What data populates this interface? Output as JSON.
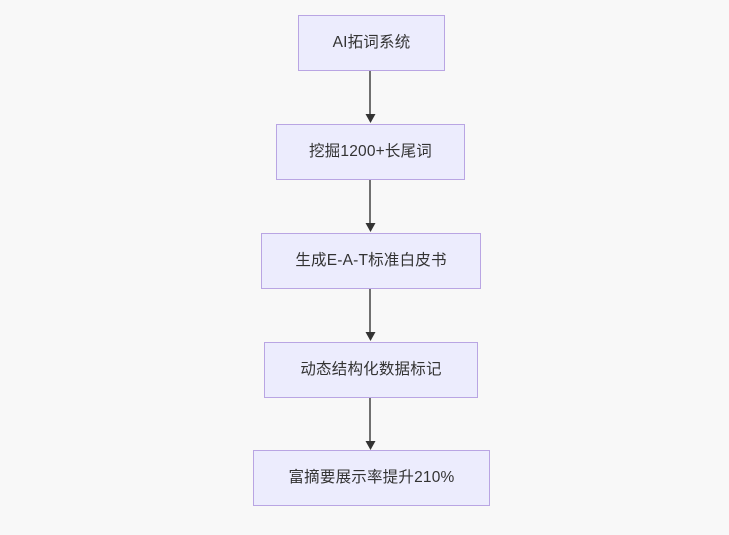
{
  "diagram": {
    "type": "flowchart",
    "direction": "top-to-bottom",
    "background_color": "#f8f8f8",
    "node_fill_color": "#ececfd",
    "node_border_color": "#b9a5e3",
    "node_text_color": "#333333",
    "connector_color": "#707070",
    "arrowhead_color": "#333333",
    "nodes": [
      {
        "id": "node-1",
        "label": "AI拓词系统"
      },
      {
        "id": "node-2",
        "label": "挖掘1200+长尾词"
      },
      {
        "id": "node-3",
        "label": "生成E-A-T标准白皮书"
      },
      {
        "id": "node-4",
        "label": "动态结构化数据标记"
      },
      {
        "id": "node-5",
        "label": "富摘要展示率提升210%"
      }
    ],
    "edges": [
      {
        "id": "edge-1",
        "from": "node-1",
        "to": "node-2"
      },
      {
        "id": "edge-2",
        "from": "node-2",
        "to": "node-3"
      },
      {
        "id": "edge-3",
        "from": "node-3",
        "to": "node-4"
      },
      {
        "id": "edge-4",
        "from": "node-4",
        "to": "node-5"
      }
    ]
  }
}
